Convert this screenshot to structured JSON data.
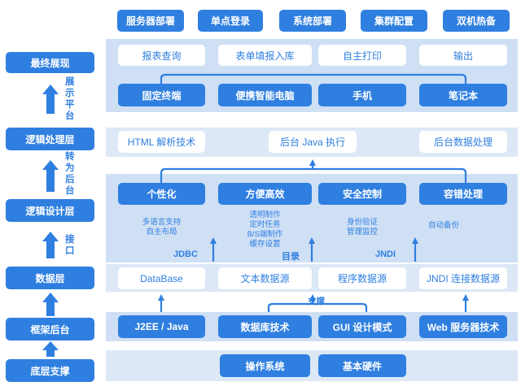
{
  "top_row": [
    "服务器部署",
    "单点登录",
    "系统部署",
    "集群配置",
    "双机热备"
  ],
  "left_layers": [
    "最终展现",
    "逻辑处理层",
    "逻辑设计层",
    "数据层",
    "框架后台",
    "底层支撑"
  ],
  "side_captions": [
    "展示平台",
    "转为后台",
    "接口"
  ],
  "display_functions": [
    "报表查询",
    "表单填报入库",
    "自主打印",
    "输出"
  ],
  "terminals": [
    "固定终端",
    "便携智能电脑",
    "手机",
    "笔记本"
  ],
  "logic_processing": [
    "HTML 解析技术",
    "后台 Java 执行",
    "后台数据处理"
  ],
  "logic_design": [
    "个性化",
    "方便高效",
    "安全控制",
    "容错处理"
  ],
  "logic_design_notes": [
    [
      "多语言支持",
      "自主布局"
    ],
    [
      "透明制作",
      "定时任务",
      "B/S端制作",
      "缓存设置"
    ],
    [
      "身份验证",
      "管理监控"
    ],
    [
      "自动备份"
    ]
  ],
  "connector_labels": [
    "JDBC",
    "目录",
    "JNDI"
  ],
  "data_sources": [
    "DataBase",
    "文本数据源",
    "程序数据源",
    "JNDI 连接数据源"
  ],
  "support_label": "支撑",
  "framework": [
    "J2EE / Java",
    "数据库技术",
    "GUI 设计模式",
    "Web 服务器技术"
  ],
  "foundation": [
    "操作系统",
    "基本硬件"
  ]
}
